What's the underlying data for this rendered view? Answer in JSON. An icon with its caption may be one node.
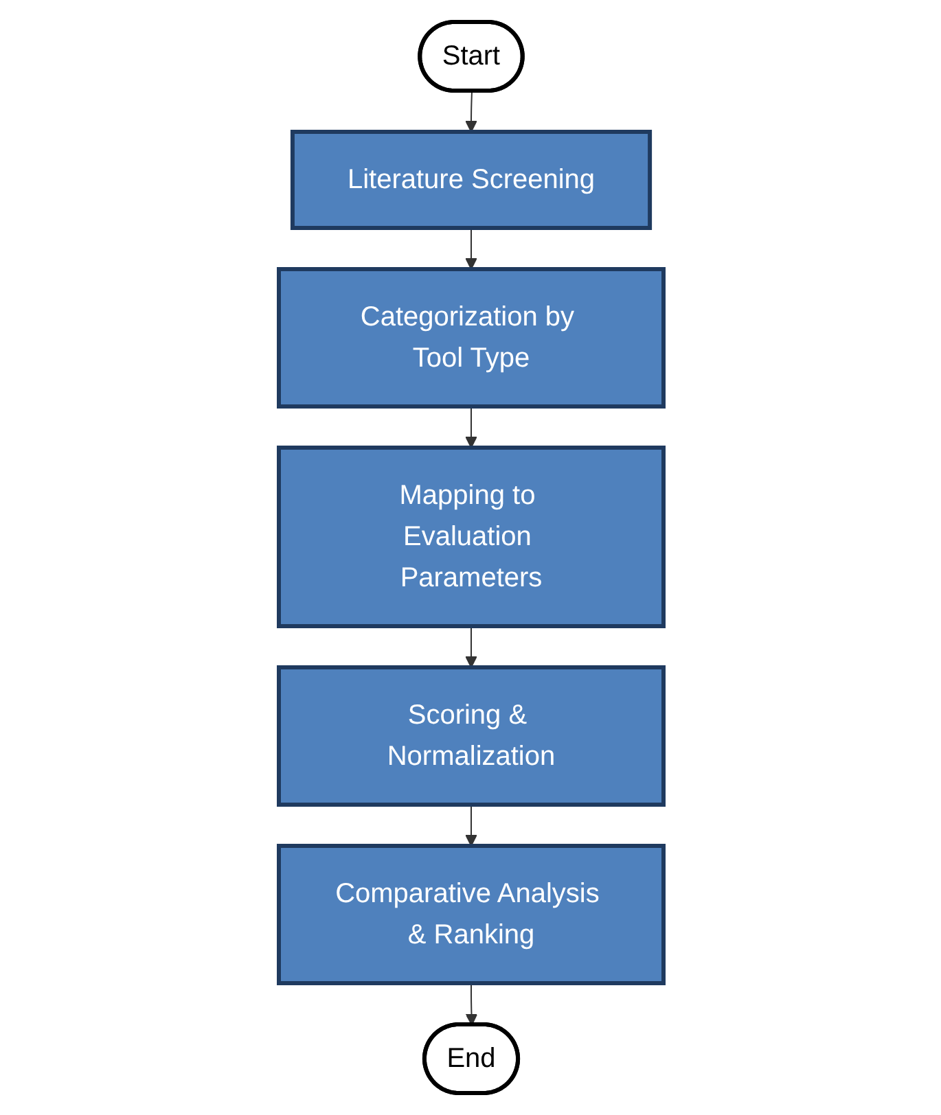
{
  "diagram": {
    "nodes": [
      {
        "text": [
          "Start"
        ]
      },
      {
        "text": [
          "Literature Screening"
        ]
      },
      {
        "text": [
          "Categorization by Tool Type"
        ]
      },
      {
        "text": [
          "Mapping to Evaluation Parameters"
        ]
      },
      {
        "text": [
          "Scoring & Normalization"
        ]
      },
      {
        "text": [
          "Comparative Analysis & Ranking"
        ]
      },
      {
        "text": [
          "End"
        ]
      }
    ],
    "edges": [
      {
        "from": 0,
        "to": 1,
        "arrow": "to"
      },
      {
        "from": 1,
        "to": 2,
        "arrow": "to"
      },
      {
        "from": 2,
        "to": 3,
        "arrow": "to"
      },
      {
        "from": 3,
        "to": 4,
        "arrow": "to"
      },
      {
        "from": 4,
        "to": 5,
        "arrow": "to"
      },
      {
        "from": 5,
        "to": 6,
        "arrow": "to"
      }
    ]
  }
}
